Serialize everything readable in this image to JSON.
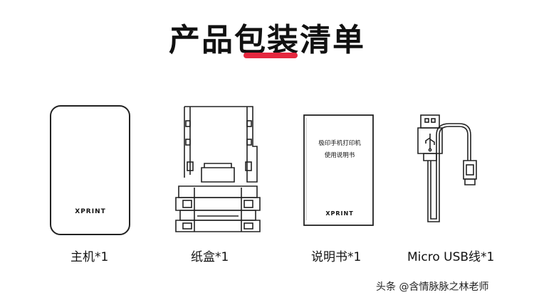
{
  "header": {
    "title": "产品包装清单",
    "underline_color": "#e5283f"
  },
  "items": [
    {
      "label": "主机*1",
      "brand": "XPRINT",
      "icon": "printer-icon"
    },
    {
      "label": "纸盒*1",
      "icon": "paper-box-icon"
    },
    {
      "label": "说明书*1",
      "manual_line1": "极印手机打印机",
      "manual_line2": "使用说明书",
      "brand": "XPRINT",
      "icon": "manual-icon"
    },
    {
      "label": "Micro USB线*1",
      "icon": "usb-cable-icon"
    }
  ],
  "watermark": {
    "text": "头条 @含情脉脉之林老师"
  }
}
